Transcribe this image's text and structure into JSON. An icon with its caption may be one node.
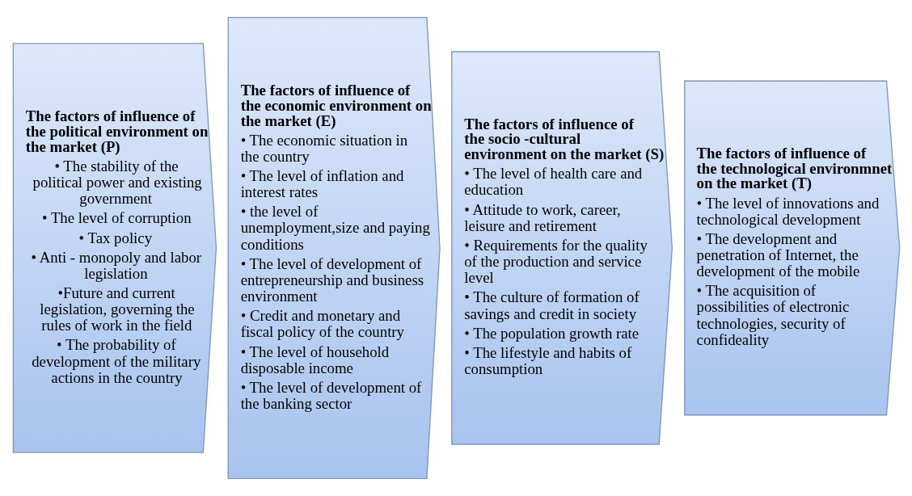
{
  "diagram": {
    "nodes": [
      {
        "text": [
          "The factors of influence of the political environment on the market (P)",
          "• The stability of the political power and existing government",
          "• The level of corruption",
          "• Tax policy",
          "• Anti - monopoly and labor legislation",
          "•Future and current legislation, governing the rules of work in the field",
          "• The probability of development of the military actions in the country"
        ]
      },
      {
        "text": [
          "The factors of influence of the economic environment on the market (E)",
          "• The economic situation in the country",
          "• The level of inflation and interest rates",
          "• the level of unemployment,size and paying conditions",
          "• The level of development of entrepreneurship and business environment",
          "• Credit and monetary and fiscal policy of the country",
          "• The level of household disposable income",
          "• The level of development of the banking sector"
        ]
      },
      {
        "text": [
          "The factors of influence of the socio -cultural environment on the market (S)",
          "• The level of health care and education",
          "• Attitude to work, career, leisure and retirement",
          "• Requirements for the quality of the production and service level",
          "• The culture of formation of savings and credit in society",
          "• The population growth rate",
          "• The lifestyle and habits of consumption"
        ]
      },
      {
        "text": [
          "The factors of influence of the technological environmnet on the market (T)",
          "• The level of innovations and technological development",
          "• The development and penetration of Internet, the development of the mobile",
          "• The acquisition of possibilities of electronic technologies, security of confideality"
        ]
      }
    ],
    "edges": []
  }
}
